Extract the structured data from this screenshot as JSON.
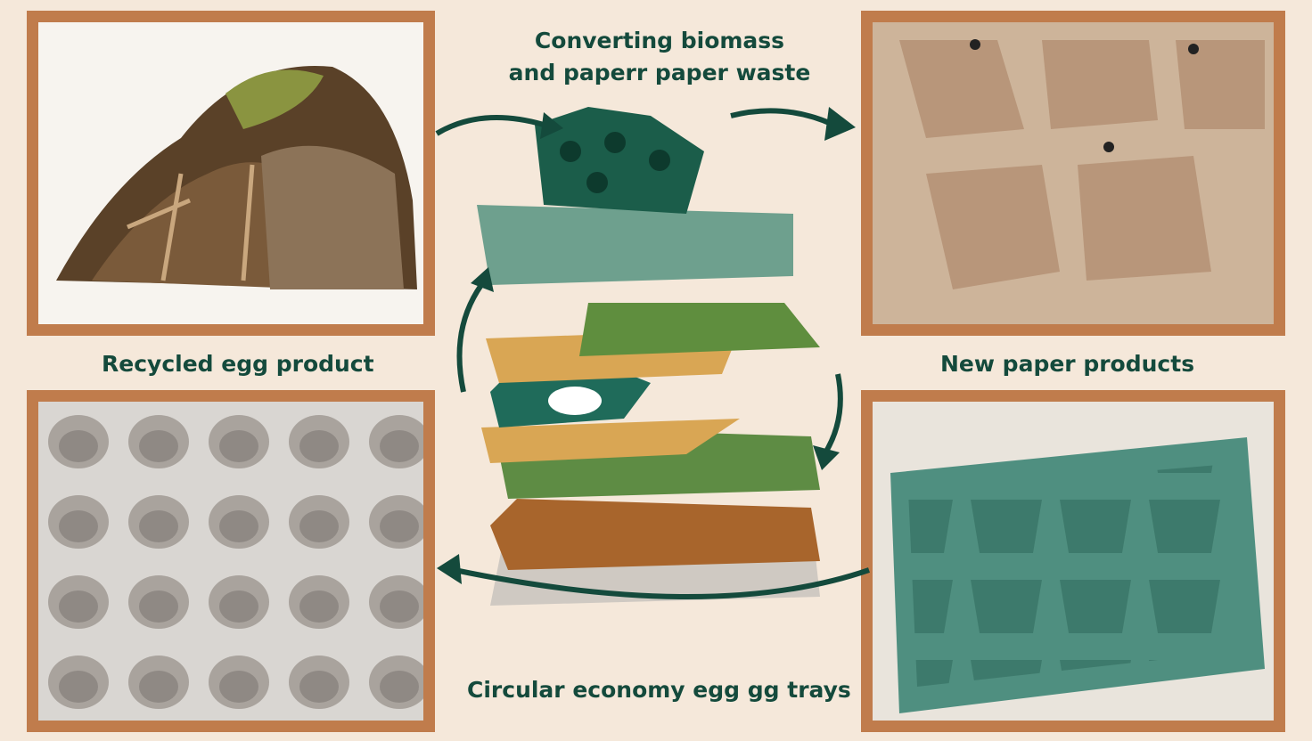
{
  "title": {
    "line1": "Converting biomass",
    "line2": "and paperr paper waste"
  },
  "labels": {
    "top_left": "Recycled egg product",
    "top_right": "New paper products",
    "bottom": "Circular economy egg gg trays"
  },
  "colors": {
    "frame": "#c07c4c",
    "text": "#144a3c",
    "arrow": "#144a3c",
    "background": "#f5e8da"
  }
}
